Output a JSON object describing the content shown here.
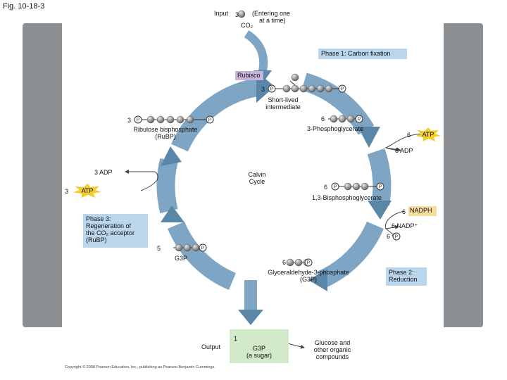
{
  "figure_label": "Fig. 10-18-3",
  "input": {
    "label": "Input",
    "count": "3",
    "entering": "(Entering one",
    "entering2": "at a time)",
    "co2": "CO₂"
  },
  "phases": {
    "phase1": "Phase 1: Carbon fixation",
    "phase2_line1": "Phase 2:",
    "phase2_line2": "Reduction",
    "phase3_line1": "Phase 3:",
    "phase3_line2": "Regeneration of",
    "phase3_line3": "the CO₂ acceptor",
    "phase3_line4": "(RuBP)"
  },
  "enzyme": "Rubisco",
  "molecules": {
    "short_lived_count": "3",
    "short_lived_line1": "Short-lived",
    "short_lived_line2": "intermediate",
    "rubp_count": "3",
    "rubp_name": "Ribulose bisphosphate",
    "rubp_abbr": "(RuBP)",
    "pga_count": "6",
    "pga_name": "3-Phosphoglycerate",
    "bpg_count": "6",
    "bpg_name": "1,3-Bisphosphoglycerate",
    "g3p_count": "6",
    "g3p_name": "Glyceraldehyde-3-phosphate",
    "g3p_abbr": "(G3P)",
    "recycle_count": "5",
    "recycle_name": "G3P",
    "output_count": "1",
    "output_name": "G3P",
    "output_sub": "(a sugar)"
  },
  "phosphate_symbol": "P",
  "cofactors": {
    "atp_in_count": "6",
    "atp_label": "ATP",
    "adp_out": "6 ADP",
    "nadph_count": "6",
    "nadph_label": "NADPH",
    "nadp_out": "6 NADP⁺",
    "pi_count": "6",
    "atp3_count": "3",
    "adp3_out": "3 ADP"
  },
  "cycle_name_line1": "Calvin",
  "cycle_name_line2": "Cycle",
  "output": {
    "label": "Output",
    "products_line1": "Glucose and",
    "products_line2": "other organic",
    "products_line3": "compounds"
  },
  "copyright": "Copyright © 2008 Pearson Education, Inc., publishing as Pearson Benjamin Cummings.",
  "colors": {
    "arrow": "#7ea6c4",
    "arrow_dark": "#5a86a8",
    "phase_box": "#bad6ec",
    "atp": "#f3cc2e",
    "nadph": "#f6dd9b",
    "rubisco": "#c9b3d8",
    "output_box": "#d2eac9",
    "sphere": "#9a9a9a"
  }
}
